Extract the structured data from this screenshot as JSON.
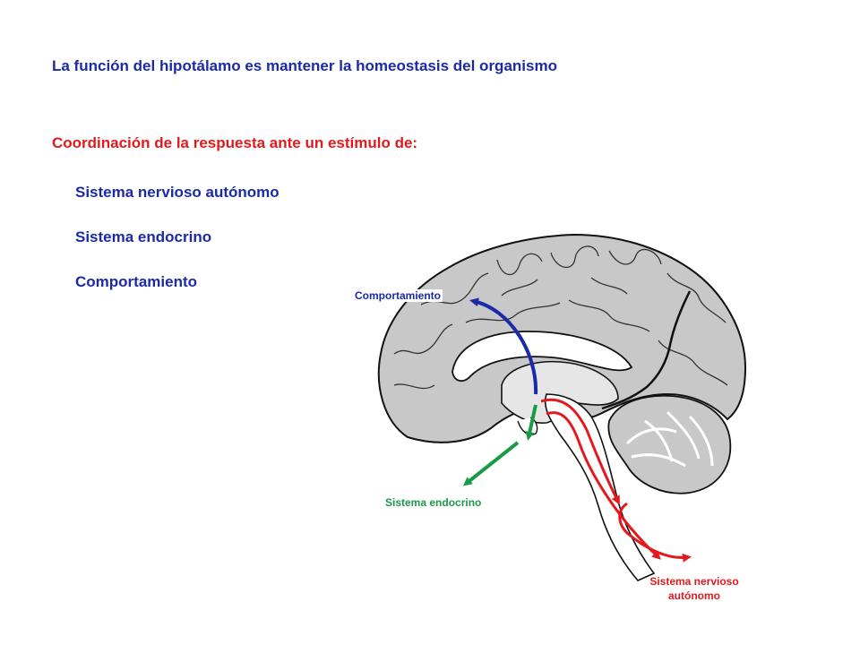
{
  "headings": {
    "main": "La función del hipotálamo es mantener la homeostasis del organismo",
    "coordination": "Coordinación de la respuesta ante un estímulo de:"
  },
  "systems_list": [
    "Sistema nervioso autónomo",
    "Sistema endocrino",
    "Comportamiento"
  ],
  "diagram": {
    "labels": {
      "behavior": "Comportamiento",
      "endocrine": "Sistema endocrino",
      "autonomic_line1": "Sistema nervioso",
      "autonomic_line2": "autónomo"
    },
    "colors": {
      "behavior_arrow": "#1a2aa8",
      "endocrine_arrow": "#199b46",
      "autonomic_arrow": "#e3191e",
      "brain_fill": "#c8c8c8",
      "brain_inner": "#e6e6e6",
      "outline": "#111111"
    }
  },
  "colors": {
    "title_blue": "#1a2aa8",
    "accent_red": "#e3191e"
  }
}
